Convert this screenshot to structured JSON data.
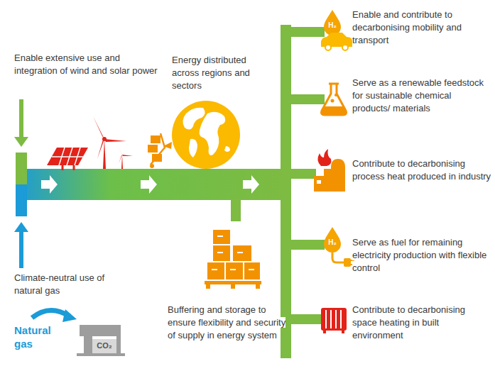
{
  "diagram": {
    "labels": [
      "Enable extensive use and integration of wind and solar power",
      "Energy distributed across regions and sectors",
      "H₂",
      "Enable and contribute to decarbonising mobility and transport",
      "Serve as a renewable feedstock for sustainable chemical products/ materials",
      "Contribute to decarbonising process heat produced in industry",
      "H₂",
      "Serve as fuel for remaining electricity production with flexible control",
      "Contribute to decarbonising space heating in built environment",
      "Climate-neutral use of natural gas",
      "Natural gas",
      "CO₂",
      "Buffering and storage to ensure flexibility and security of supply in energy system"
    ]
  }
}
